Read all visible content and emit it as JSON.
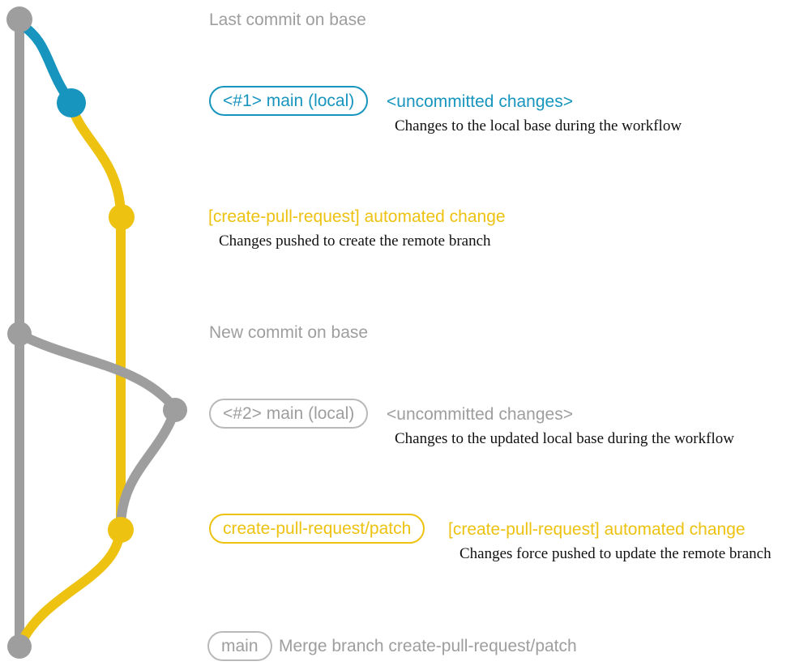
{
  "diagram_title": "create-pull-request workflow git graph",
  "colors": {
    "base_gray": "#9e9e9e",
    "branch_blue": "#1795be",
    "branch_yellow": "#edc211",
    "description_text": "#111111",
    "gray_badge_border": "#b9b9b9"
  },
  "graph": {
    "branches": [
      "base",
      "main (local)",
      "create-pull-request/patch"
    ],
    "commit_dots": [
      {
        "name": "last-commit-on-base",
        "color": "gray"
      },
      {
        "name": "uncommitted-changes-1",
        "color": "blue"
      },
      {
        "name": "automated-change-1",
        "color": "yellow"
      },
      {
        "name": "new-commit-on-base",
        "color": "gray"
      },
      {
        "name": "uncommitted-changes-2",
        "color": "gray"
      },
      {
        "name": "automated-change-2",
        "color": "yellow"
      },
      {
        "name": "merge-commit",
        "color": "gray"
      }
    ]
  },
  "sections": [
    {
      "heading": "Last commit on base"
    },
    {
      "badge": "<#1> main (local)",
      "annotation": "<uncommitted changes>",
      "description": "Changes to the local base during the workflow"
    },
    {
      "annotation": "[create-pull-request] automated change",
      "description": "Changes pushed to create the remote branch"
    },
    {
      "heading": "New commit on base"
    },
    {
      "badge": "<#2> main (local)",
      "annotation": "<uncommitted changes>",
      "description": "Changes to the updated local base during the workflow"
    },
    {
      "badge": "create-pull-request/patch",
      "annotation": "[create-pull-request] automated change",
      "description": "Changes force pushed to update the remote branch"
    },
    {
      "badge": "main",
      "annotation": "Merge branch create-pull-request/patch"
    }
  ]
}
